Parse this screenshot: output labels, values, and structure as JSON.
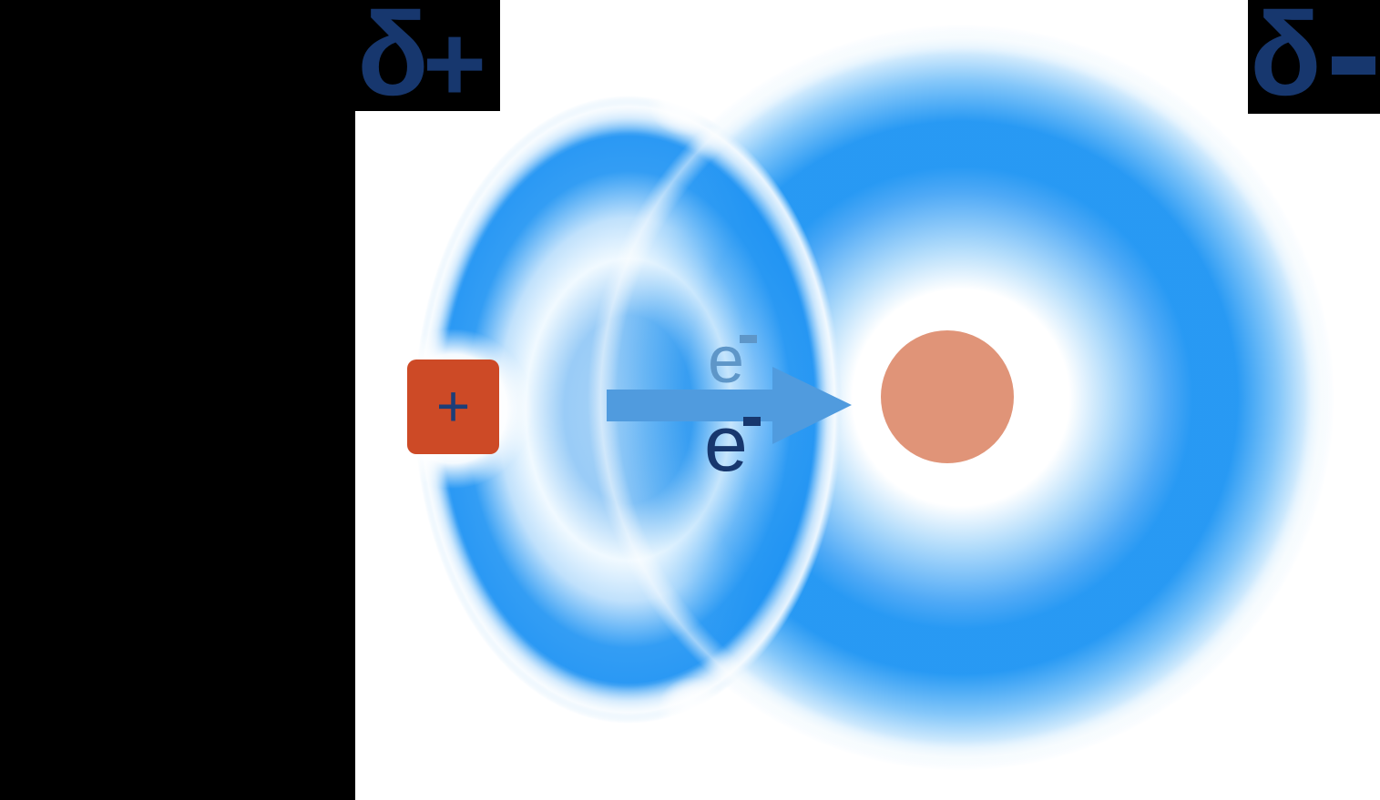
{
  "diagram": {
    "labels": {
      "partial_positive": "δ+",
      "partial_negative": "δ-",
      "delta": "δ",
      "plus": "+",
      "left_nucleus_charge": "+",
      "electron": "e",
      "electron_superscript": "-",
      "electron_full": "e-"
    },
    "colors": {
      "label_navy": "#17376e",
      "cloud_blue": "#2196f3",
      "arrow_blue": "#509bde",
      "electron_upper_blue": "#5e96c8",
      "left_nucleus_orange": "#cd4a26",
      "right_nucleus_salmon": "#e09478",
      "panel_black": "#000000",
      "background_white": "#ffffff"
    }
  }
}
